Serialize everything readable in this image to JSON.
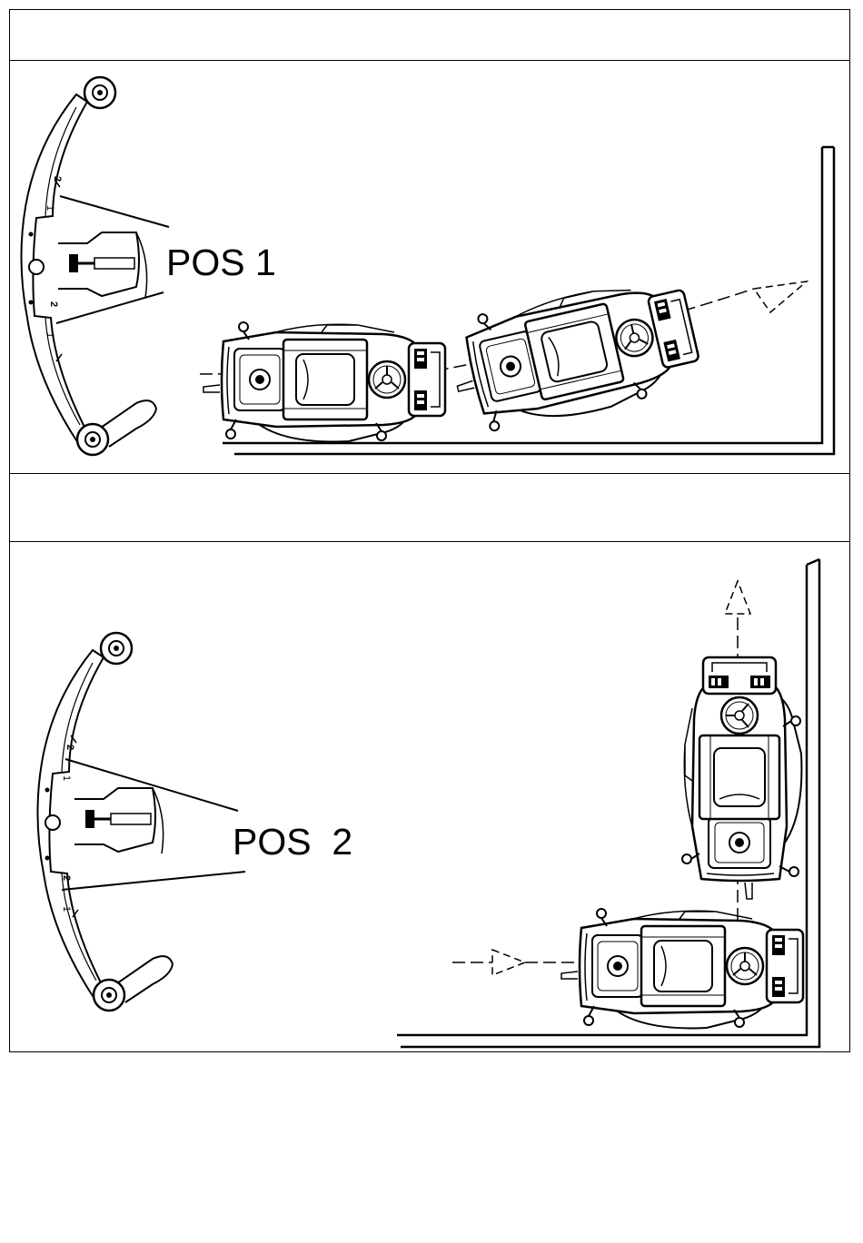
{
  "panels": [
    {
      "position_label": "POS 1",
      "arm_marks": [
        "2",
        "1",
        "2",
        "1"
      ]
    },
    {
      "position_label": "POS  2",
      "arm_marks": [
        "2",
        "1",
        "2",
        "1"
      ]
    }
  ],
  "colors": {
    "ink": "#000000",
    "paper": "#ffffff"
  }
}
